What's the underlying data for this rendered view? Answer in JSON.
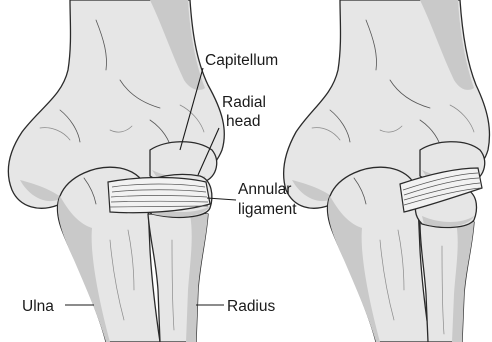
{
  "labels": {
    "capitellum": "Capitellum",
    "radial_head_line1": "Radial",
    "radial_head_line2": "head",
    "annular_line1": "Annular",
    "annular_line2": "ligament",
    "ulna": "Ulna",
    "radius": "Radius"
  },
  "colors": {
    "bone_fill": "#e6e6e6",
    "bone_shade": "#c9c9c9",
    "outline": "#2a2a2a",
    "background": "#ffffff"
  }
}
